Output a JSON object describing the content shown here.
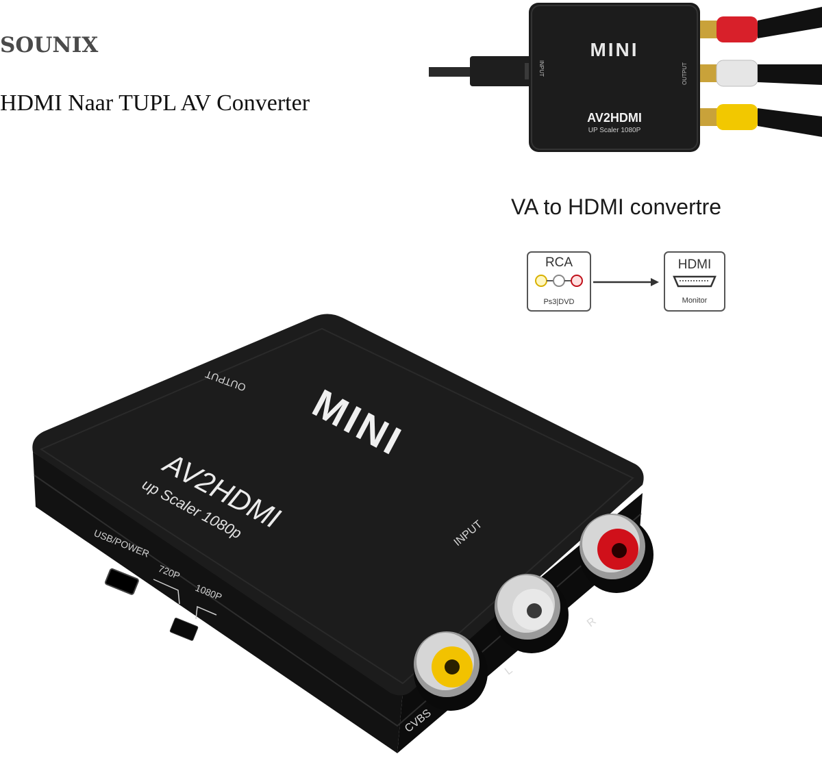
{
  "brand": {
    "name": "SOUNIX"
  },
  "product": {
    "title": "HDMI Naar TUPL AV Converter"
  },
  "top_device": {
    "input_label": "INPUT",
    "output_label": "OUTPUT",
    "mini_label": "MINI",
    "model_label": "AV2HDMI",
    "scaler_label": "UP Scaler 1080P"
  },
  "caption": "VA to HDMI convertre",
  "diagram": {
    "source_title": "RCA",
    "source_sub": "Ps3|DVD",
    "target_title": "HDMI",
    "target_sub": "Monitor"
  },
  "main_device": {
    "output_label": "OUTPUT",
    "mini_label": "MINI",
    "model_label": "AV2HDMI",
    "scaler_label": "up Scaler 1080p",
    "usb_label": "USB/POWER",
    "res_720": "720P",
    "res_1080": "1080P",
    "input_label": "INPUT",
    "cvbs_label": "CVBS",
    "left_label": "L",
    "right_label": "R"
  },
  "colors": {
    "device_body": "#1c1c1c",
    "rca_yellow": "#f2c200",
    "rca_white": "#e8e8e8",
    "rca_red": "#d0101a"
  }
}
